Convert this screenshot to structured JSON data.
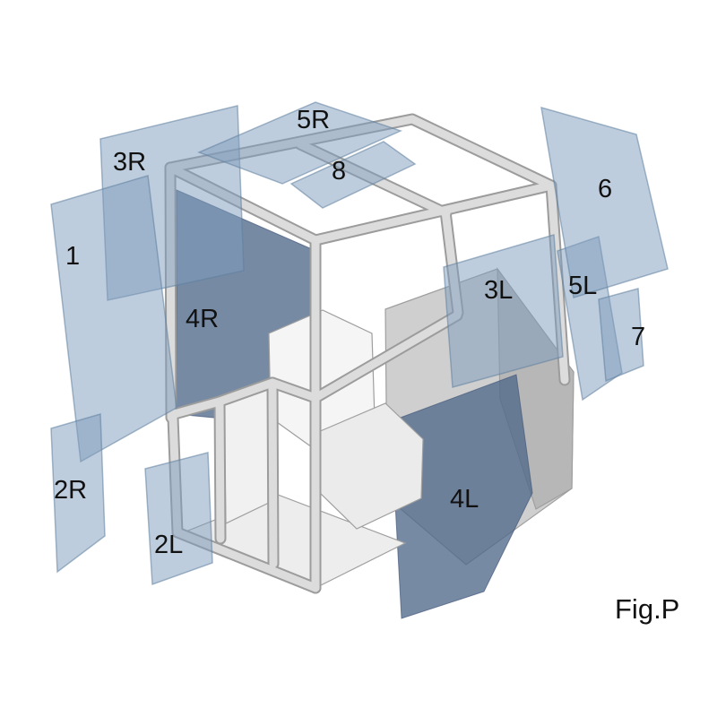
{
  "figure": {
    "caption": "Fig.P"
  },
  "panels": [
    {
      "id": "panel-1",
      "label": "1"
    },
    {
      "id": "panel-2R",
      "label": "2R"
    },
    {
      "id": "panel-2L",
      "label": "2L"
    },
    {
      "id": "panel-3R",
      "label": "3R"
    },
    {
      "id": "panel-3L",
      "label": "3L"
    },
    {
      "id": "panel-4R",
      "label": "4R"
    },
    {
      "id": "panel-4L",
      "label": "4L"
    },
    {
      "id": "panel-5R",
      "label": "5R"
    },
    {
      "id": "panel-5L",
      "label": "5L"
    },
    {
      "id": "panel-6",
      "label": "6"
    },
    {
      "id": "panel-7",
      "label": "7"
    },
    {
      "id": "panel-8",
      "label": "8"
    }
  ],
  "colors": {
    "background": "#ffffff",
    "glass": "#7d9cbc",
    "glass_dark": "#50698a",
    "frame": "#dcdcdc",
    "frame_edge": "#9c9c9c",
    "label": "#111111"
  }
}
